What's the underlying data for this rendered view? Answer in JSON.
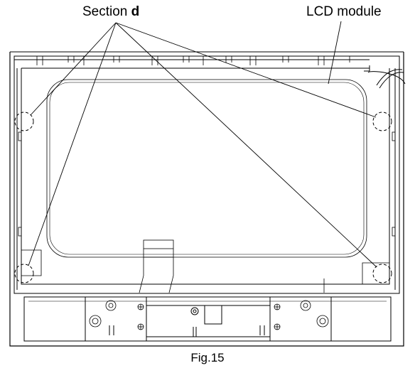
{
  "labels": {
    "section_prefix": "Section",
    "section_letter": "d",
    "lcd_module": "LCD module",
    "figure_caption": "Fig.15"
  },
  "colors": {
    "line": "#000000",
    "background": "#ffffff"
  }
}
